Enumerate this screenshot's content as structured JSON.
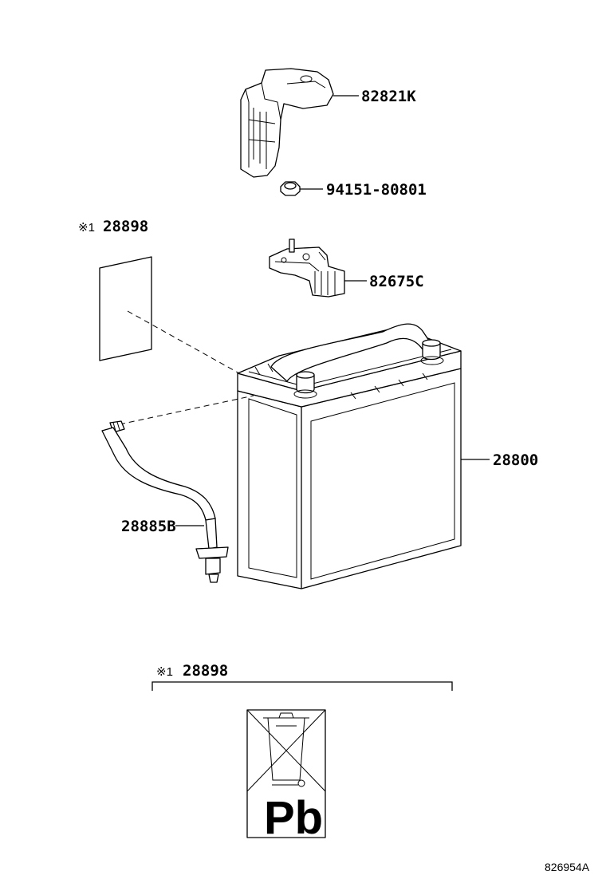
{
  "parts": {
    "p1": "82821K",
    "p2": "94151-80801",
    "p3": "82675C",
    "p4": "28800",
    "p5": "28885B",
    "p6": "28898",
    "p7": "28898"
  },
  "notes": {
    "ref_mark": "※1",
    "ref_mark_2": "※1"
  },
  "label_panel": {
    "symbol_text": "Pb"
  },
  "diagram_id": "826954A"
}
